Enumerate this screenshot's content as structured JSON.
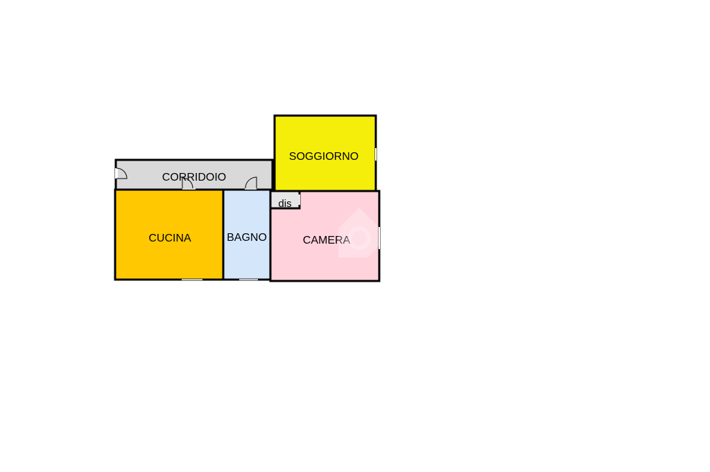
{
  "floor_plan": {
    "rooms": [
      {
        "id": "soggiorno",
        "label": "SOGGIORNO",
        "fill": "#F5EE0A"
      },
      {
        "id": "corridoio",
        "label": "CORRIDOIO",
        "fill": "#D9D9D9"
      },
      {
        "id": "cucina",
        "label": "CUCINA",
        "fill": "#FFC800"
      },
      {
        "id": "bagno",
        "label": "BAGNO",
        "fill": "#D4E6FA"
      },
      {
        "id": "disimpegno",
        "label": "dis",
        "fill": "#E6E6E6"
      },
      {
        "id": "camera",
        "label": "CAMERA",
        "fill": "#FFD2DC"
      }
    ],
    "wall_color": "#000000",
    "door_count": 4
  }
}
